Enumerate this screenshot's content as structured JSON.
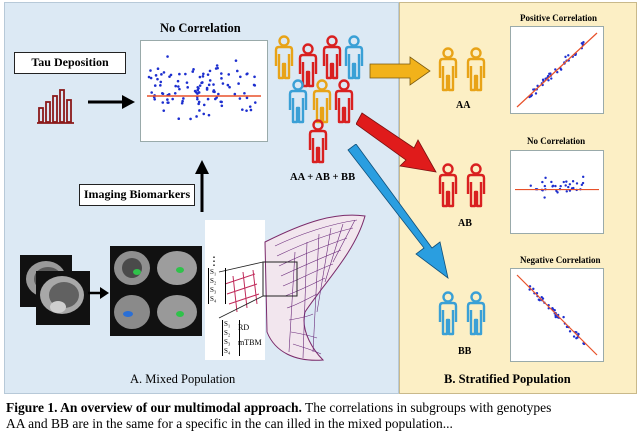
{
  "panel_a": {
    "title": "No Correlation",
    "tau_label": "Tau Deposition",
    "imaging_label": "Imaging Biomarkers",
    "group_label": "AA + AB + BB",
    "footer": "A. Mixed Population",
    "matrix_dots": "⋮",
    "matrix_top": [
      "S₁",
      "S₂",
      "S₃",
      "S₄"
    ],
    "matrix_bottom": [
      "S₁",
      "S₂",
      "S₃",
      "S₄"
    ],
    "rd_label": "RD",
    "mtbm_label": "mTBM"
  },
  "panel_b": {
    "footer": "B. Stratified Population",
    "subgroups": [
      {
        "title": "Positive Correlation",
        "label": "AA",
        "color": "#e8a317"
      },
      {
        "title": "No Correlation",
        "label": "AB",
        "color": "#d92020"
      },
      {
        "title": "Negative Correlation",
        "label": "BB",
        "color": "#3aa0d6"
      }
    ]
  },
  "caption": {
    "lead": "Figure 1.  An overview of our multimodal approach.",
    "text": " The correlations in subgroups with genotypes",
    "line2": "AA and BB are in the same for a specific in the can illed in the mixed population..."
  },
  "colors": {
    "panel_a_bg": "#dce9f4",
    "panel_b_bg": "#fcefc5",
    "arrow_orange": "#f2b21a",
    "arrow_red": "#e01b1b",
    "arrow_blue": "#2a9ee0",
    "fit_line": "#e8512a",
    "dots": "#1d2fcf"
  }
}
